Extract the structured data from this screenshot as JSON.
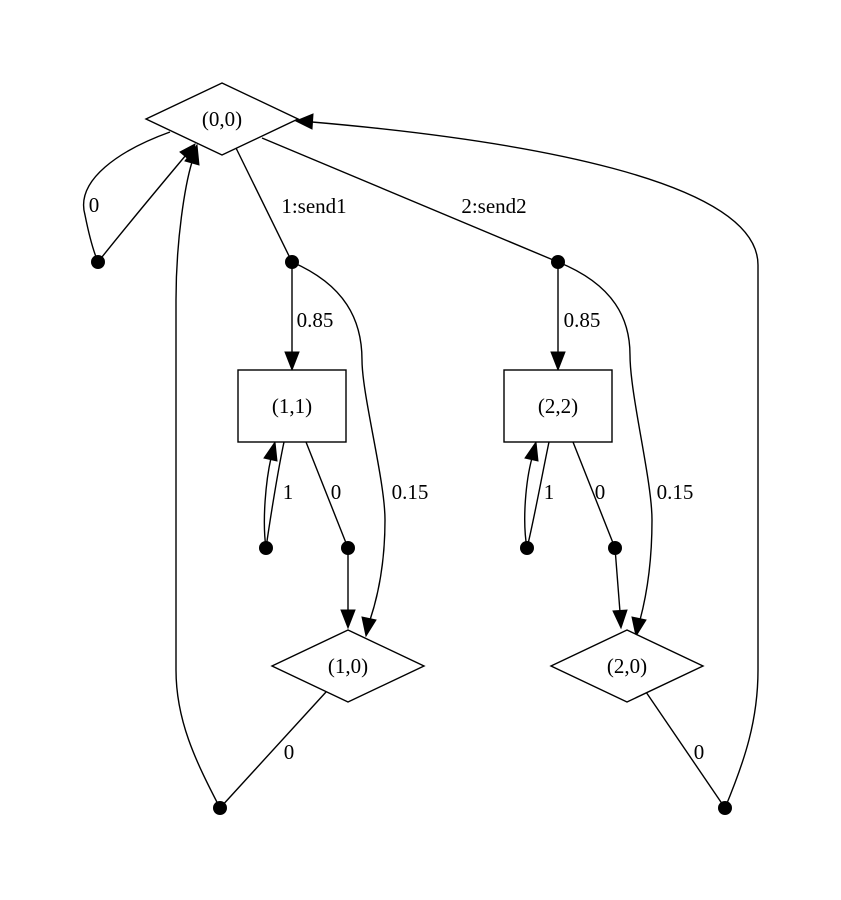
{
  "nodes": {
    "s00": "(0,0)",
    "s11": "(1,1)",
    "s22": "(2,2)",
    "s10": "(1,0)",
    "s20": "(2,0)"
  },
  "edge_labels": {
    "self00": "0",
    "send1": "1:send1",
    "send2": "2:send2",
    "p085_a": "0.85",
    "p015_a": "0.15",
    "p085_b": "0.85",
    "p015_b": "0.15",
    "self11": "1",
    "to10": "0",
    "self22": "1",
    "to20": "0",
    "back10": "0",
    "back20": "0"
  }
}
